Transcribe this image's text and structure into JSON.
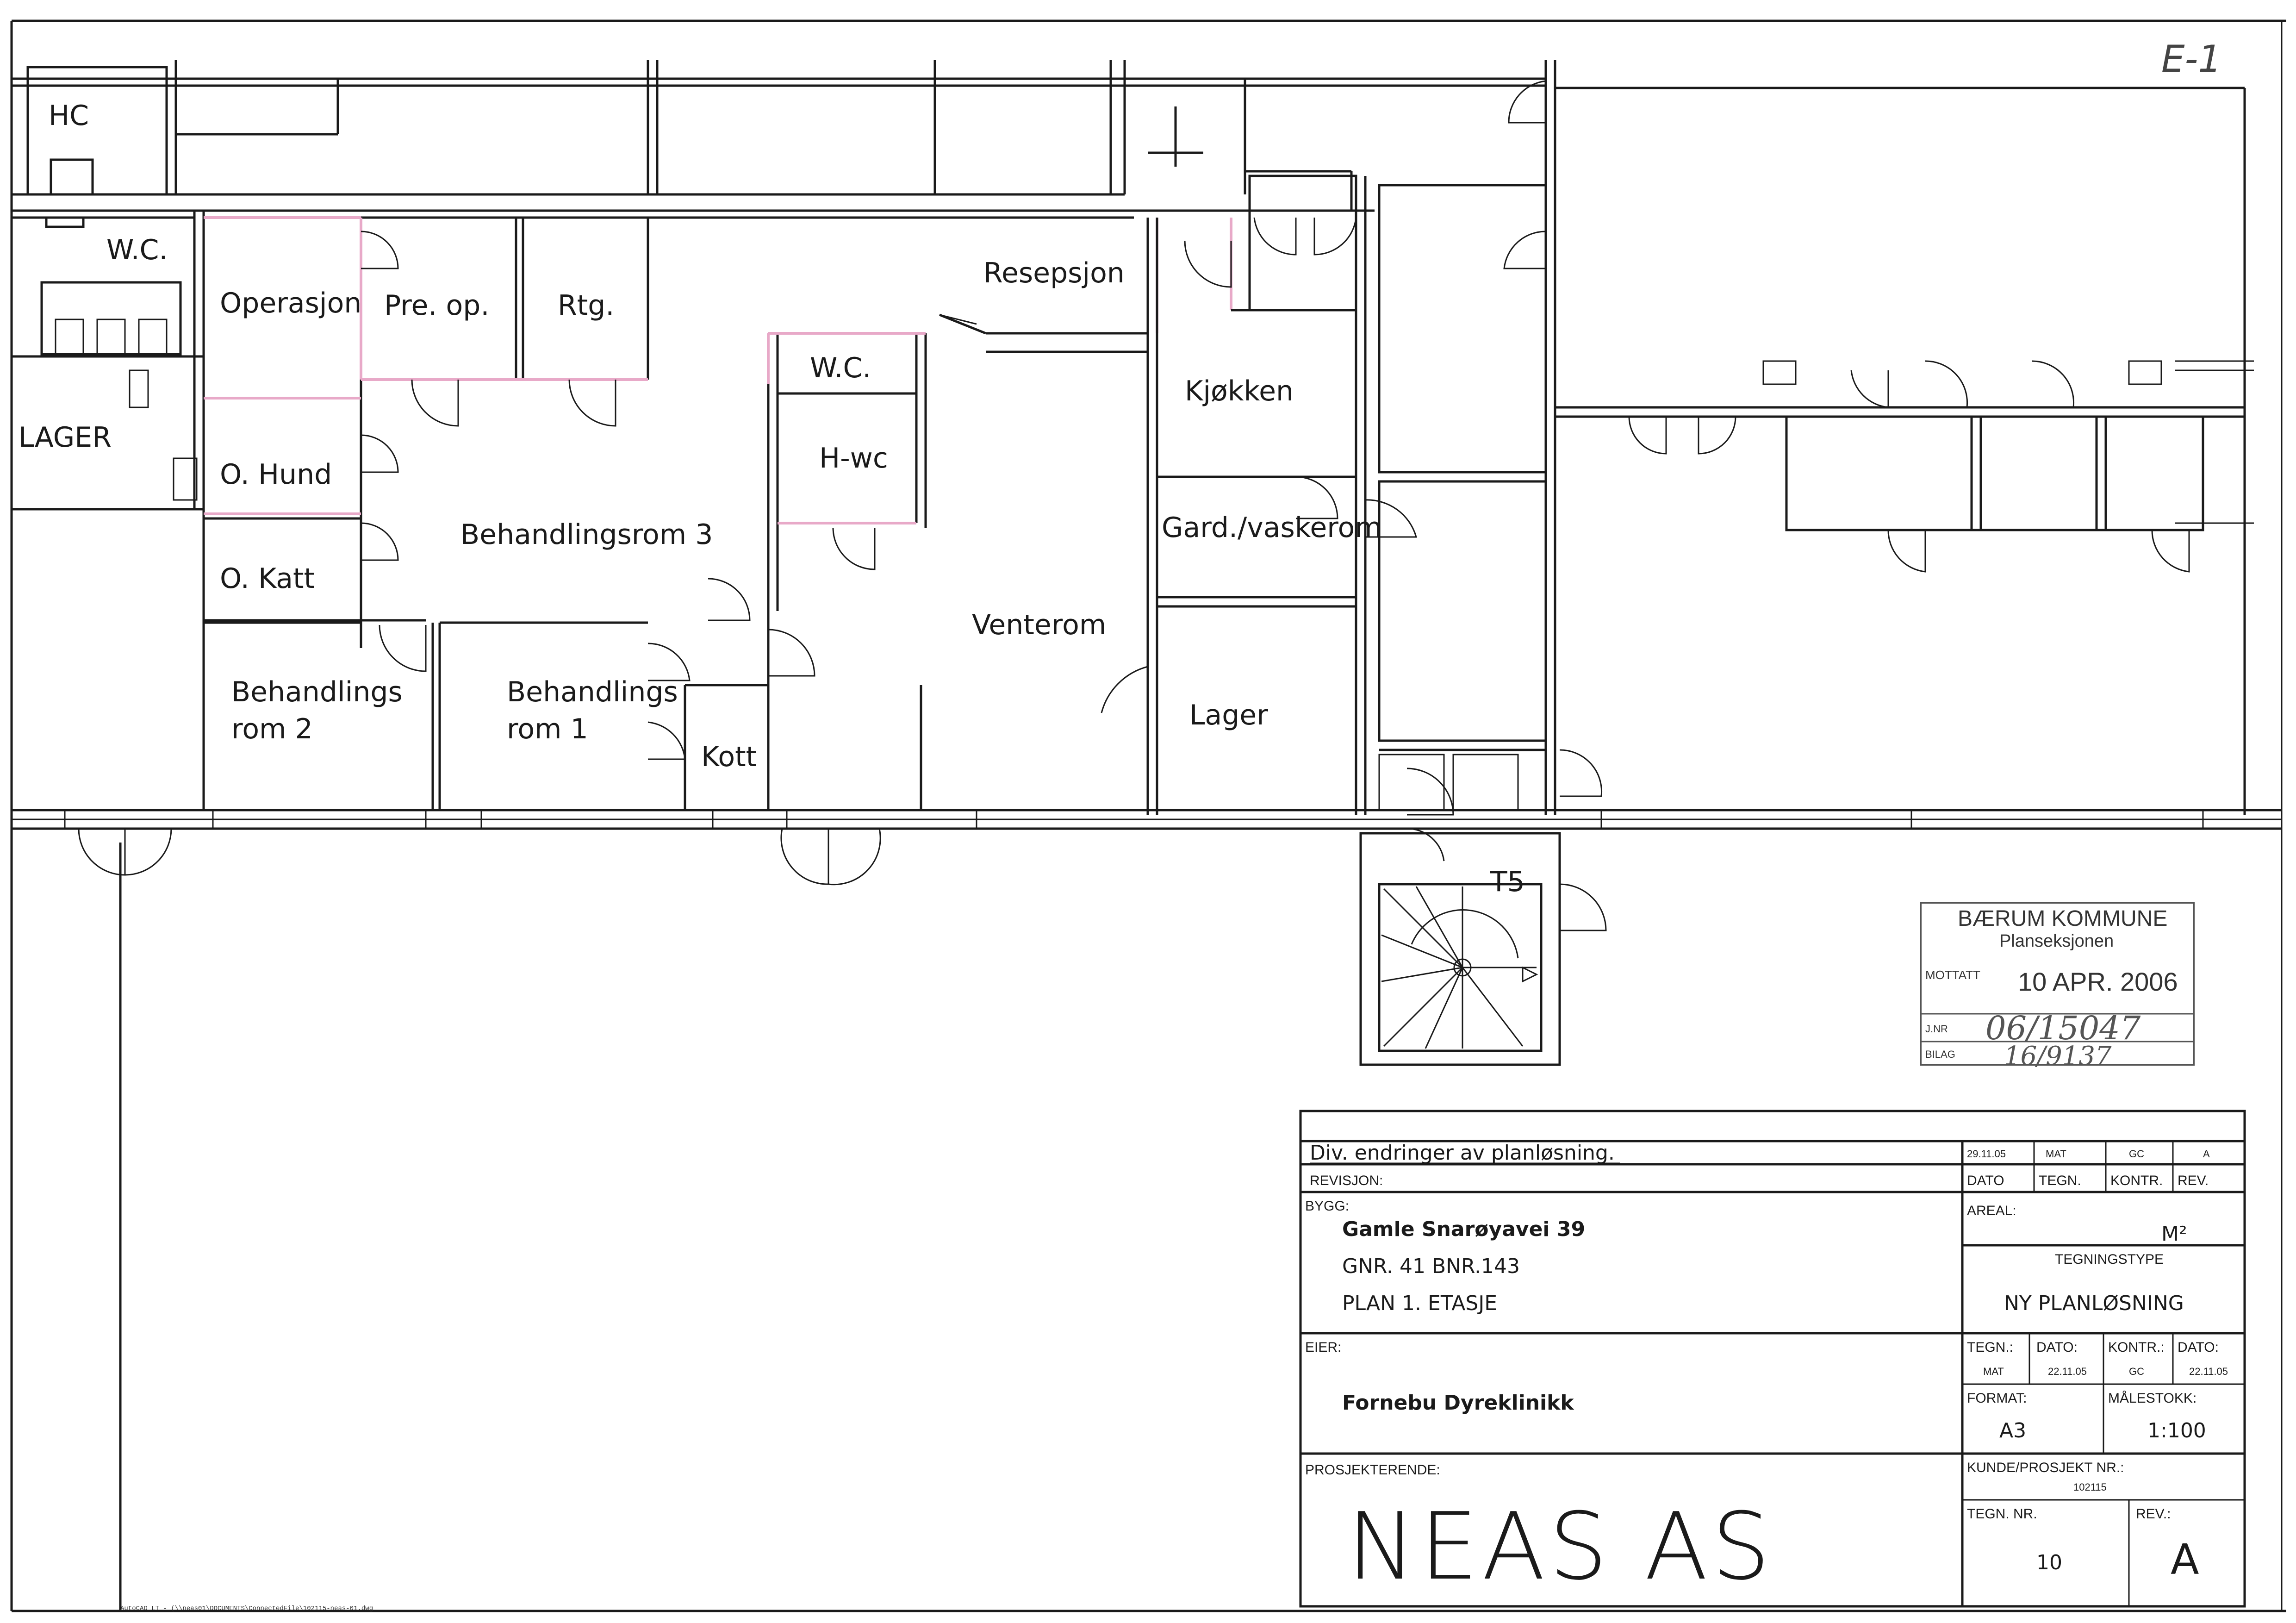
{
  "sheet_mark": "E-1",
  "rooms": {
    "hc": "HC",
    "wc_left": "W.C.",
    "lager_left": "LAGER",
    "operasjon": "Operasjon",
    "preop": "Pre. op.",
    "rtg": "Rtg.",
    "resepsjon": "Resepsjon",
    "wc_mid": "W.C.",
    "hwc": "H-wc",
    "kjokken": "Kjøkken",
    "o_hund": "O. Hund",
    "o_katt": "O. Katt",
    "behandlingsrom3": "Behandlingsrom 3",
    "gard_vaskerom": "Gard./vaskerom",
    "venterom": "Venterom",
    "behandlingsrom2_line1": "Behandlings",
    "behandlingsrom2_line2": "rom 2",
    "behandlingsrom1_line1": "Behandlings",
    "behandlingsrom1_line2": "rom 1",
    "kott": "Kott",
    "lager_mid": "Lager",
    "t5": "T5"
  },
  "stamp": {
    "org": "BÆRUM KOMMUNE",
    "dept": "Planseksjonen",
    "received_label": "MOTTATT",
    "received_date": "10 APR. 2006",
    "jnr_label": "J.NR",
    "bilag_label": "BILAG",
    "jnr_value": "06/15047",
    "bilag_value": "16/9137"
  },
  "title_block": {
    "revision_text": "Div. endringer av planløsning.",
    "revision_label": "REVISJON:",
    "rev_date": "29.11.05",
    "rev_tegn": "MAT",
    "rev_kontr": "GC",
    "rev_rev": "A",
    "col_dato": "DATO",
    "col_tegn": "TEGN.",
    "col_kontr": "KONTR.",
    "col_rev": "REV.",
    "bygg_label": "BYGG:",
    "bygg_name": "Gamle Snarøyavei 39",
    "gnr": "GNR. 41   BNR.143",
    "plan": "PLAN 1. ETASJE",
    "areal_label": "AREAL:",
    "areal_unit": "M²",
    "tegningstype_label": "TEGNINGSTYPE",
    "tegningstype": "NY PLANLØSNING",
    "eier_label": "EIER:",
    "eier": "Fornebu Dyreklinikk",
    "tegn_label": "TEGN.:",
    "dato_label": "DATO:",
    "kontr_label": "KONTR.:",
    "dato2_label": "DATO:",
    "tegn_val": "MAT",
    "dato_val": "22.11.05",
    "kontr_val": "GC",
    "dato2_val": "22.11.05",
    "format_label": "FORMAT:",
    "format": "A3",
    "malestokk_label": "MÅLESTOKK:",
    "malestokk": "1:100",
    "prosjekterende_label": "PROSJEKTERENDE:",
    "prosjekterende": "NEAS AS",
    "kunde_label": "KUNDE/PROSJEKT NR.:",
    "kunde_nr": "102115",
    "tegn_nr_label": "TEGN. NR.",
    "tegn_nr": "10",
    "rev_label": "REV.:",
    "rev": "A"
  },
  "footer_path": "AutoCAD LT - (\\\\neas01\\DOCUMENTS\\ConnectedFile\\102115-neas-01.dwg",
  "colors": {
    "line": "#1a1a1a",
    "pink": "#e8a9c8"
  }
}
